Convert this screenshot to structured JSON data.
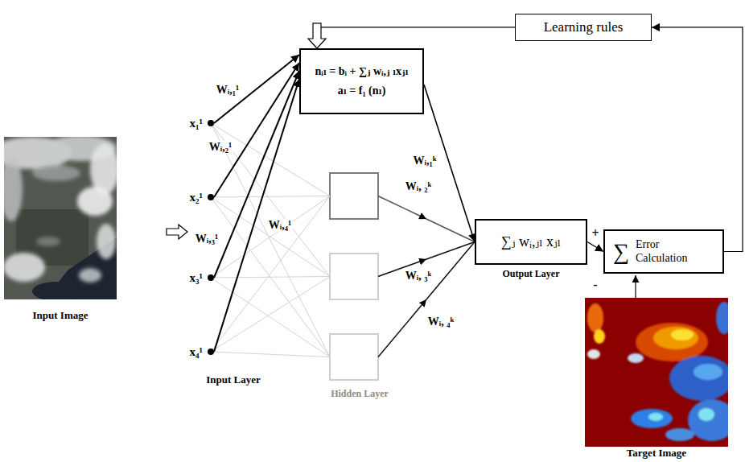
{
  "diagram": {
    "nodes": [
      {
        "text": [
          "Learning rules"
        ]
      },
      {
        "text": [
          "x₁¹"
        ]
      },
      {
        "text": [
          "x₂¹"
        ]
      },
      {
        "text": [
          "x₃¹"
        ]
      },
      {
        "text": [
          "x₄¹"
        ]
      },
      {
        "text": [
          "nᵢₗ = bᵢ + ∑ⱼ wᵢ,ⱼ ₗxⱼₗ",
          "aₗ = f₁ (nₗ)"
        ]
      },
      {
        "text": [
          "∑ⱼ wᵢ,ⱼₗ xⱼₗ",
          "Output Layer"
        ]
      },
      {
        "text": [
          "∑",
          "Error Calculation"
        ]
      }
    ],
    "edges": [
      {
        "from": 1,
        "to": 5,
        "arrow": "to",
        "label": "Wᵢ,₁¹"
      },
      {
        "from": 2,
        "to": 5,
        "arrow": "to",
        "label": "Wᵢ,₂¹"
      },
      {
        "from": 3,
        "to": 5,
        "arrow": "to",
        "label": "Wᵢ,₃¹"
      },
      {
        "from": 4,
        "to": 5,
        "arrow": "to",
        "label": "Wᵢ,₄¹"
      },
      {
        "from": 5,
        "to": 6,
        "arrow": "to",
        "label": "Wᵢ,₁ᵏ"
      },
      {
        "from": 6,
        "to": 7,
        "arrow": "to"
      },
      {
        "from": 7,
        "to": 0,
        "arrow": "to"
      },
      {
        "from": 0,
        "to": 5,
        "arrow": "to"
      }
    ],
    "labels": [
      "Input Image",
      "Input Layer",
      "Hidden Layer",
      "Wᵢ, ₂ᵏ",
      "Wᵢ, ₃ᵏ",
      "Wᵢ, ₄ᵏ",
      "+",
      "-",
      "Target Image"
    ]
  }
}
